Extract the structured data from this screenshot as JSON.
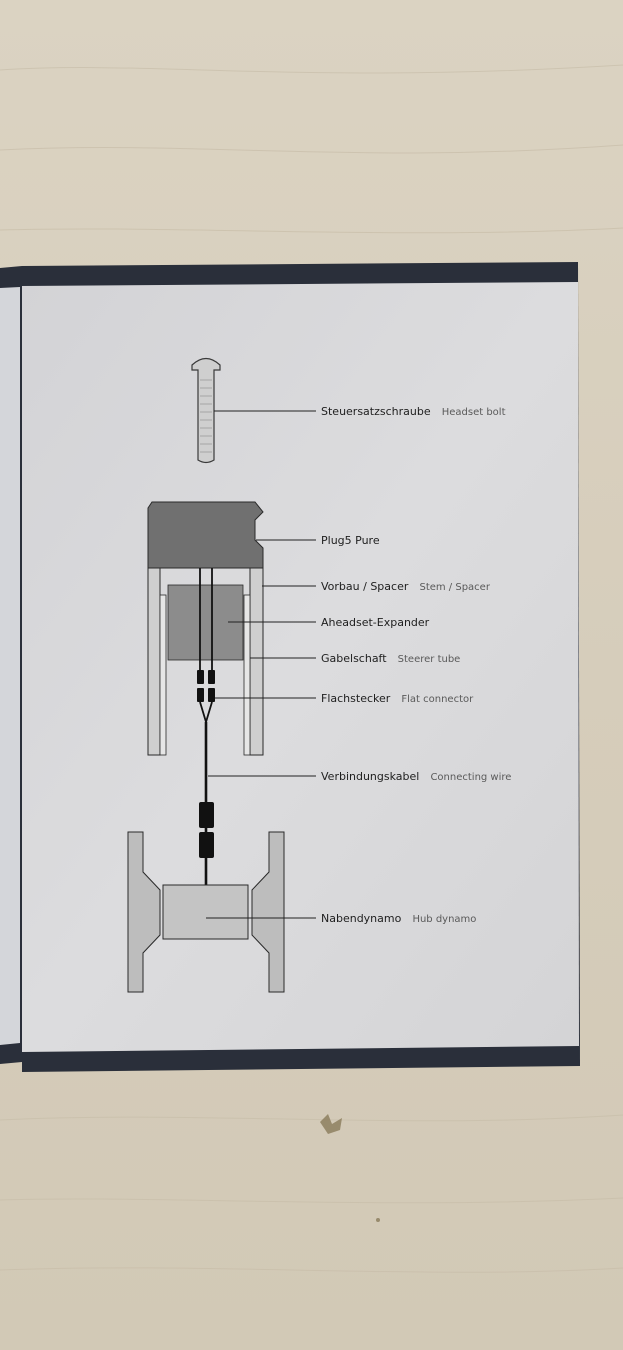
{
  "manual": {
    "labels": [
      {
        "de": "Steuersatzschraube",
        "en": "Headset bolt"
      },
      {
        "de": "Plug5 Pure",
        "en": ""
      },
      {
        "de": "Vorbau / Spacer",
        "en": "Stem / Spacer"
      },
      {
        "de": "Aheadset-Expander",
        "en": ""
      },
      {
        "de": "Gabelschaft",
        "en": "Steerer tube"
      },
      {
        "de": "Flachstecker",
        "en": "Flat connector"
      },
      {
        "de": "Verbindungskabel",
        "en": "Connecting wire"
      },
      {
        "de": "Nabendynamo",
        "en": "Hub dynamo"
      }
    ]
  },
  "colors": {
    "table": "#d8d0bf",
    "page": "#d9d9db",
    "cover_band": "#2a2f3a",
    "part_dark": "#757575",
    "part_light": "#bdbdbd",
    "line": "#1a1a1a"
  }
}
